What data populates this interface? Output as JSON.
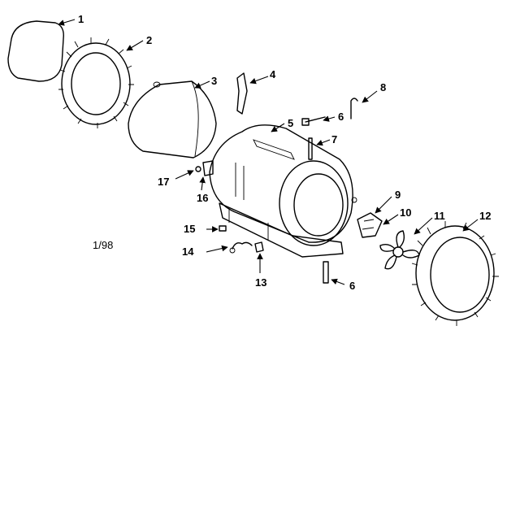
{
  "diagram": {
    "date_code": "1/98",
    "callouts": {
      "c1": "1",
      "c2": "2",
      "c3": "3",
      "c4": "4",
      "c5": "5",
      "c6a": "6",
      "c6b": "6",
      "c7": "7",
      "c8": "8",
      "c9": "9",
      "c10": "10",
      "c11": "11",
      "c12": "12",
      "c13": "13",
      "c14": "14",
      "c15": "15",
      "c16": "16",
      "c17": "17"
    },
    "colors": {
      "ink": "#000000",
      "paper": "#ffffff"
    }
  }
}
